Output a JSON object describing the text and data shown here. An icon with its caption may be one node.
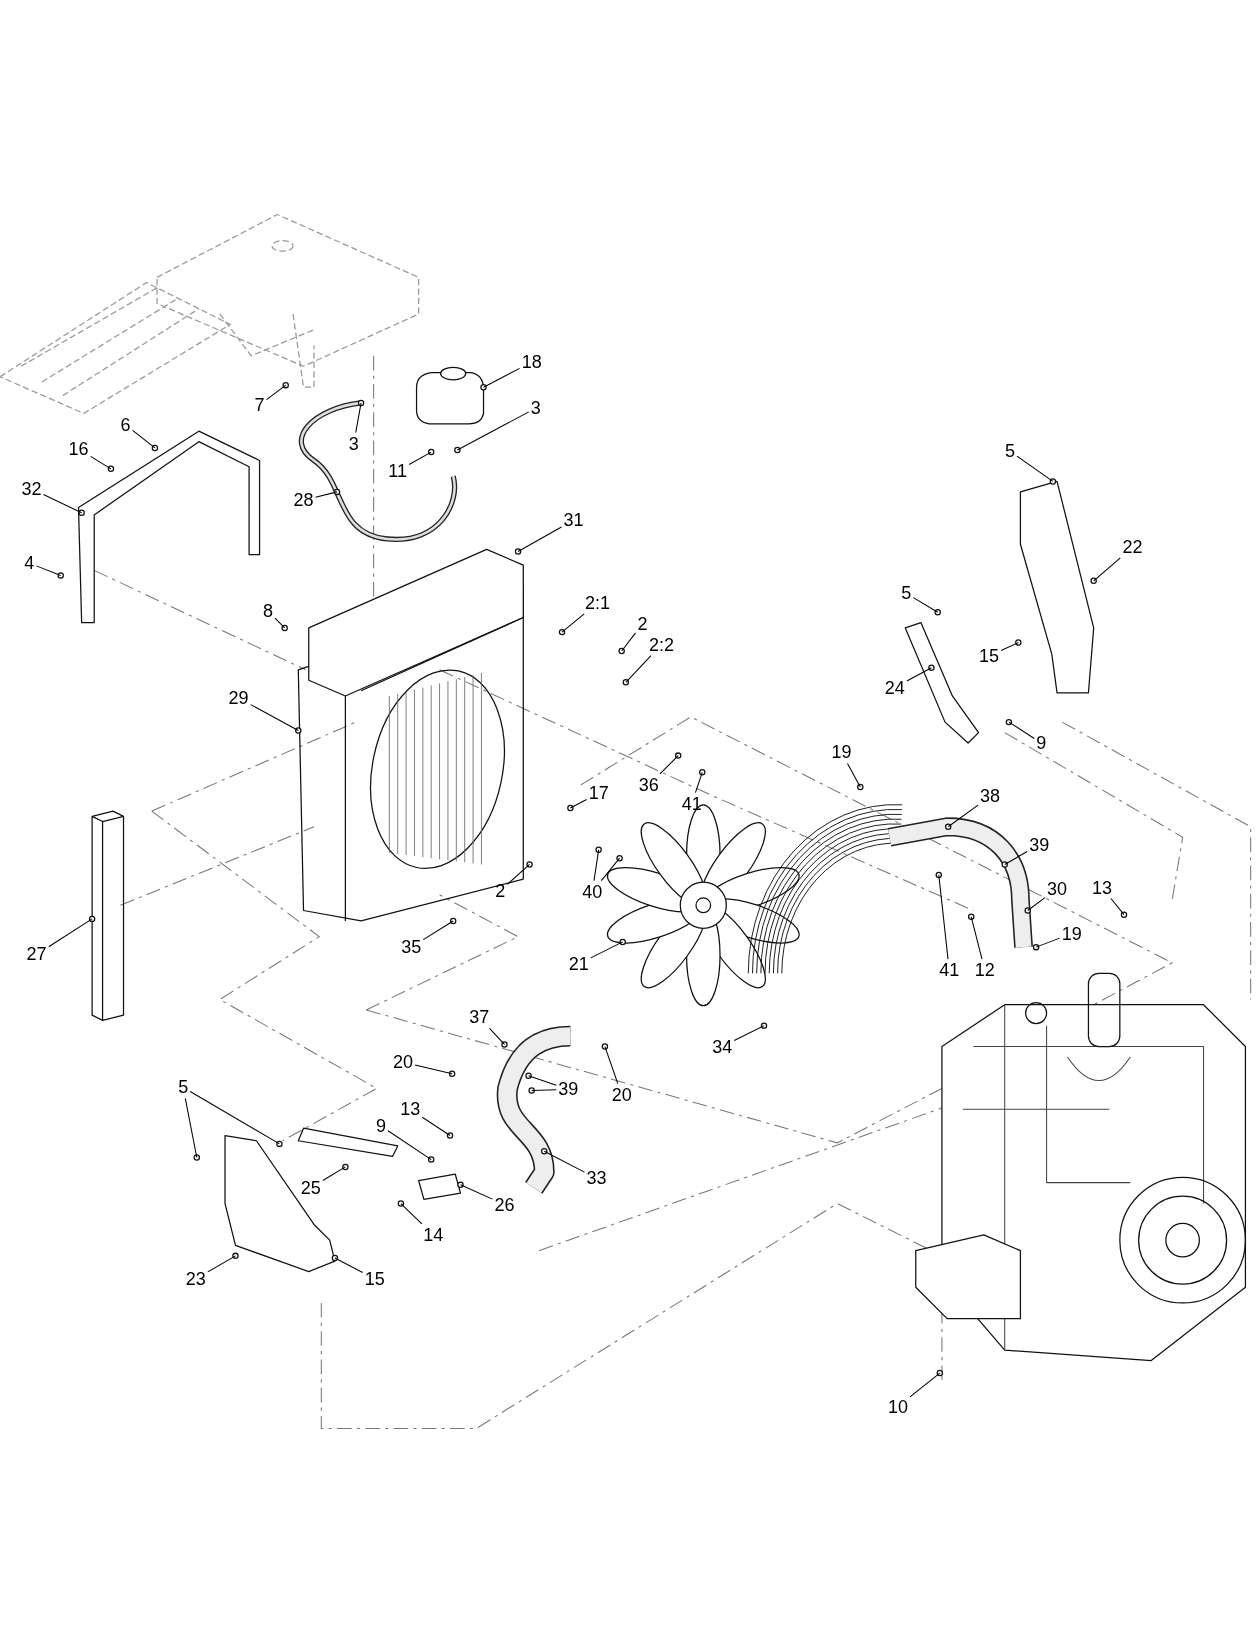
{
  "diagram": {
    "nodes": [
      {
        "text": [
          "18"
        ]
      },
      {
        "text": [
          "3"
        ]
      },
      {
        "text": [
          "3"
        ]
      },
      {
        "text": [
          "7"
        ]
      },
      {
        "text": [
          "6"
        ]
      },
      {
        "text": [
          "16"
        ]
      },
      {
        "text": [
          "11"
        ]
      },
      {
        "text": [
          "28"
        ]
      },
      {
        "text": [
          "32"
        ]
      },
      {
        "text": [
          "5"
        ]
      },
      {
        "text": [
          "31"
        ]
      },
      {
        "text": [
          "4"
        ]
      },
      {
        "text": [
          "22"
        ]
      },
      {
        "text": [
          "5"
        ]
      },
      {
        "text": [
          "8"
        ]
      },
      {
        "text": [
          "2:1"
        ]
      },
      {
        "text": [
          "2"
        ]
      },
      {
        "text": [
          "2:2"
        ]
      },
      {
        "text": [
          "15"
        ]
      },
      {
        "text": [
          "24"
        ]
      },
      {
        "text": [
          "29"
        ]
      },
      {
        "text": [
          "9"
        ]
      },
      {
        "text": [
          "19"
        ]
      },
      {
        "text": [
          "36"
        ]
      },
      {
        "text": [
          "41"
        ]
      },
      {
        "text": [
          "17"
        ]
      },
      {
        "text": [
          "38"
        ]
      },
      {
        "text": [
          "39"
        ]
      },
      {
        "text": [
          "40"
        ]
      },
      {
        "text": [
          "2"
        ]
      },
      {
        "text": [
          "30"
        ]
      },
      {
        "text": [
          "13"
        ]
      },
      {
        "text": [
          "35"
        ]
      },
      {
        "text": [
          "27"
        ]
      },
      {
        "text": [
          "41"
        ]
      },
      {
        "text": [
          "12"
        ]
      },
      {
        "text": [
          "19"
        ]
      },
      {
        "text": [
          "21"
        ]
      },
      {
        "text": [
          "37"
        ]
      },
      {
        "text": [
          "20"
        ]
      },
      {
        "text": [
          "39"
        ]
      },
      {
        "text": [
          "20"
        ]
      },
      {
        "text": [
          "34"
        ]
      },
      {
        "text": [
          "5"
        ]
      },
      {
        "text": [
          "13"
        ]
      },
      {
        "text": [
          "9"
        ]
      },
      {
        "text": [
          "33"
        ]
      },
      {
        "text": [
          "25"
        ]
      },
      {
        "text": [
          "26"
        ]
      },
      {
        "text": [
          "14"
        ]
      },
      {
        "text": [
          "23"
        ]
      },
      {
        "text": [
          "15"
        ]
      },
      {
        "text": [
          "10"
        ]
      }
    ],
    "edges": [
      {
        "from": 0,
        "to": null,
        "arrow": "none"
      },
      {
        "from": 1,
        "to": null,
        "arrow": "none"
      },
      {
        "from": 2,
        "to": null,
        "arrow": "none"
      },
      {
        "from": 3,
        "to": null,
        "arrow": "none"
      },
      {
        "from": 4,
        "to": null,
        "arrow": "none"
      },
      {
        "from": 5,
        "to": null,
        "arrow": "none"
      },
      {
        "from": 6,
        "to": null,
        "arrow": "none"
      },
      {
        "from": 7,
        "to": null,
        "arrow": "none"
      },
      {
        "from": 8,
        "to": null,
        "arrow": "none"
      },
      {
        "from": 9,
        "to": null,
        "arrow": "none"
      },
      {
        "from": 10,
        "to": null,
        "arrow": "none"
      },
      {
        "from": 11,
        "to": null,
        "arrow": "none"
      },
      {
        "from": 12,
        "to": null,
        "arrow": "none"
      },
      {
        "from": 13,
        "to": null,
        "arrow": "none"
      },
      {
        "from": 14,
        "to": null,
        "arrow": "none"
      },
      {
        "from": 15,
        "to": null,
        "arrow": "none"
      },
      {
        "from": 16,
        "to": null,
        "arrow": "none"
      },
      {
        "from": 17,
        "to": null,
        "arrow": "none"
      },
      {
        "from": 18,
        "to": null,
        "arrow": "none"
      },
      {
        "from": 19,
        "to": null,
        "arrow": "none"
      },
      {
        "from": 20,
        "to": null,
        "arrow": "none"
      },
      {
        "from": 21,
        "to": null,
        "arrow": "none"
      },
      {
        "from": 22,
        "to": null,
        "arrow": "none"
      },
      {
        "from": 23,
        "to": null,
        "arrow": "none"
      },
      {
        "from": 24,
        "to": null,
        "arrow": "none"
      },
      {
        "from": 25,
        "to": null,
        "arrow": "none"
      },
      {
        "from": 26,
        "to": null,
        "arrow": "none"
      },
      {
        "from": 27,
        "to": null,
        "arrow": "none"
      },
      {
        "from": 28,
        "to": null,
        "arrow": "none"
      },
      {
        "from": 28,
        "to": null,
        "arrow": "none"
      },
      {
        "from": 29,
        "to": null,
        "arrow": "none"
      },
      {
        "from": 30,
        "to": null,
        "arrow": "none"
      },
      {
        "from": 31,
        "to": null,
        "arrow": "none"
      },
      {
        "from": 32,
        "to": null,
        "arrow": "none"
      },
      {
        "from": 33,
        "to": null,
        "arrow": "none"
      },
      {
        "from": 34,
        "to": null,
        "arrow": "none"
      },
      {
        "from": 35,
        "to": null,
        "arrow": "none"
      },
      {
        "from": 36,
        "to": null,
        "arrow": "none"
      },
      {
        "from": 37,
        "to": null,
        "arrow": "none"
      },
      {
        "from": 38,
        "to": null,
        "arrow": "none"
      },
      {
        "from": 39,
        "to": null,
        "arrow": "none"
      },
      {
        "from": 40,
        "to": null,
        "arrow": "none"
      },
      {
        "from": 40,
        "to": null,
        "arrow": "none"
      },
      {
        "from": 41,
        "to": null,
        "arrow": "none"
      },
      {
        "from": 42,
        "to": null,
        "arrow": "none"
      },
      {
        "from": 43,
        "to": null,
        "arrow": "none"
      },
      {
        "from": 43,
        "to": null,
        "arrow": "none"
      },
      {
        "from": 44,
        "to": null,
        "arrow": "none"
      },
      {
        "from": 45,
        "to": null,
        "arrow": "none"
      },
      {
        "from": 46,
        "to": null,
        "arrow": "none"
      },
      {
        "from": 47,
        "to": null,
        "arrow": "none"
      },
      {
        "from": 48,
        "to": null,
        "arrow": "none"
      },
      {
        "from": 49,
        "to": null,
        "arrow": "none"
      },
      {
        "from": 50,
        "to": null,
        "arrow": "none"
      },
      {
        "from": 51,
        "to": null,
        "arrow": "none"
      },
      {
        "from": 52,
        "to": null,
        "arrow": "none"
      }
    ]
  }
}
